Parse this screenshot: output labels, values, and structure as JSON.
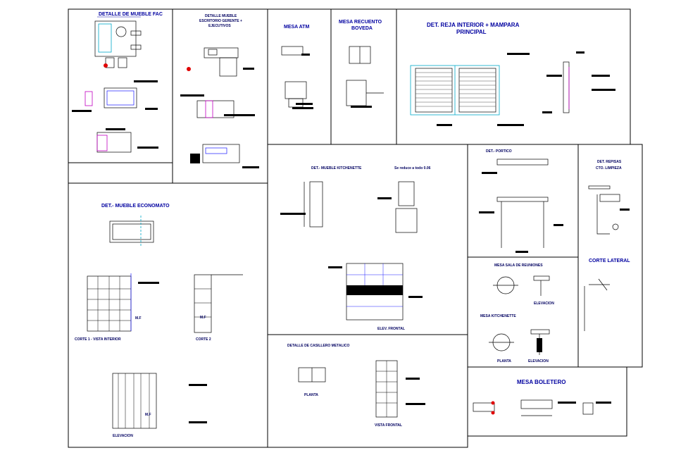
{
  "titles": {
    "t1": "DETALLE DE MUEBLE FAC",
    "t2a": "DETALLE MUEBLE",
    "t2b": "ESCRITORIO GERENTE +",
    "t2c": "EJECUTIVOS",
    "t3": "MESA ATM",
    "t4a": "MESA RECUENTO",
    "t4b": "BOVEDA",
    "t5a": "DET. REJA INTERIOR + MAMPARA",
    "t5b": "PRINCIPAL",
    "t6": "DET.- MUEBLE ECONOMATO",
    "t6a": "CORTE 1 - VISTA INTERIOR",
    "t6b": "CORTE 2",
    "t6c": "ELEVACION",
    "t7": "DET.- MUEBLE KITCHENETTE",
    "t7b": "Se reduce a todo 0.06",
    "t7c": "ELEV. FRONTAL",
    "t8": "DET.- PORTICO",
    "t9a": "DET. REPISAS",
    "t9b": "CTO. LIMPIEZA",
    "t9c": "CORTE LATERAL",
    "t10": "MESA SALA DE REUNIONES",
    "t10b": "ELEVACION",
    "t11": "MESA KITCHENETTE",
    "t11a": "PLANTA",
    "t11b": "ELEVACION",
    "t12": "DETALLE DE CASILLERO METALICO",
    "t12a": "PLANTA",
    "t12b": "VISTA FRONTAL",
    "t13": "MESA BOLETERO",
    "mf": "M.F"
  }
}
